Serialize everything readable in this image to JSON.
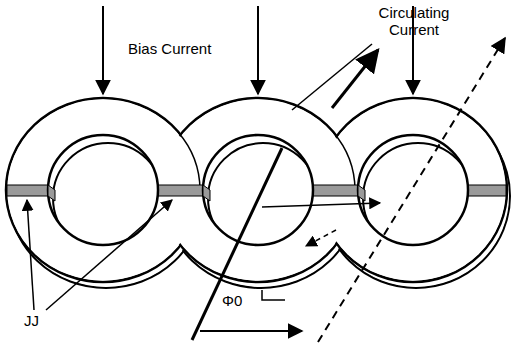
{
  "diagram": {
    "labels": [
      "Bias Current",
      "Circulating Current",
      "JJ",
      "Φ0"
    ]
  }
}
